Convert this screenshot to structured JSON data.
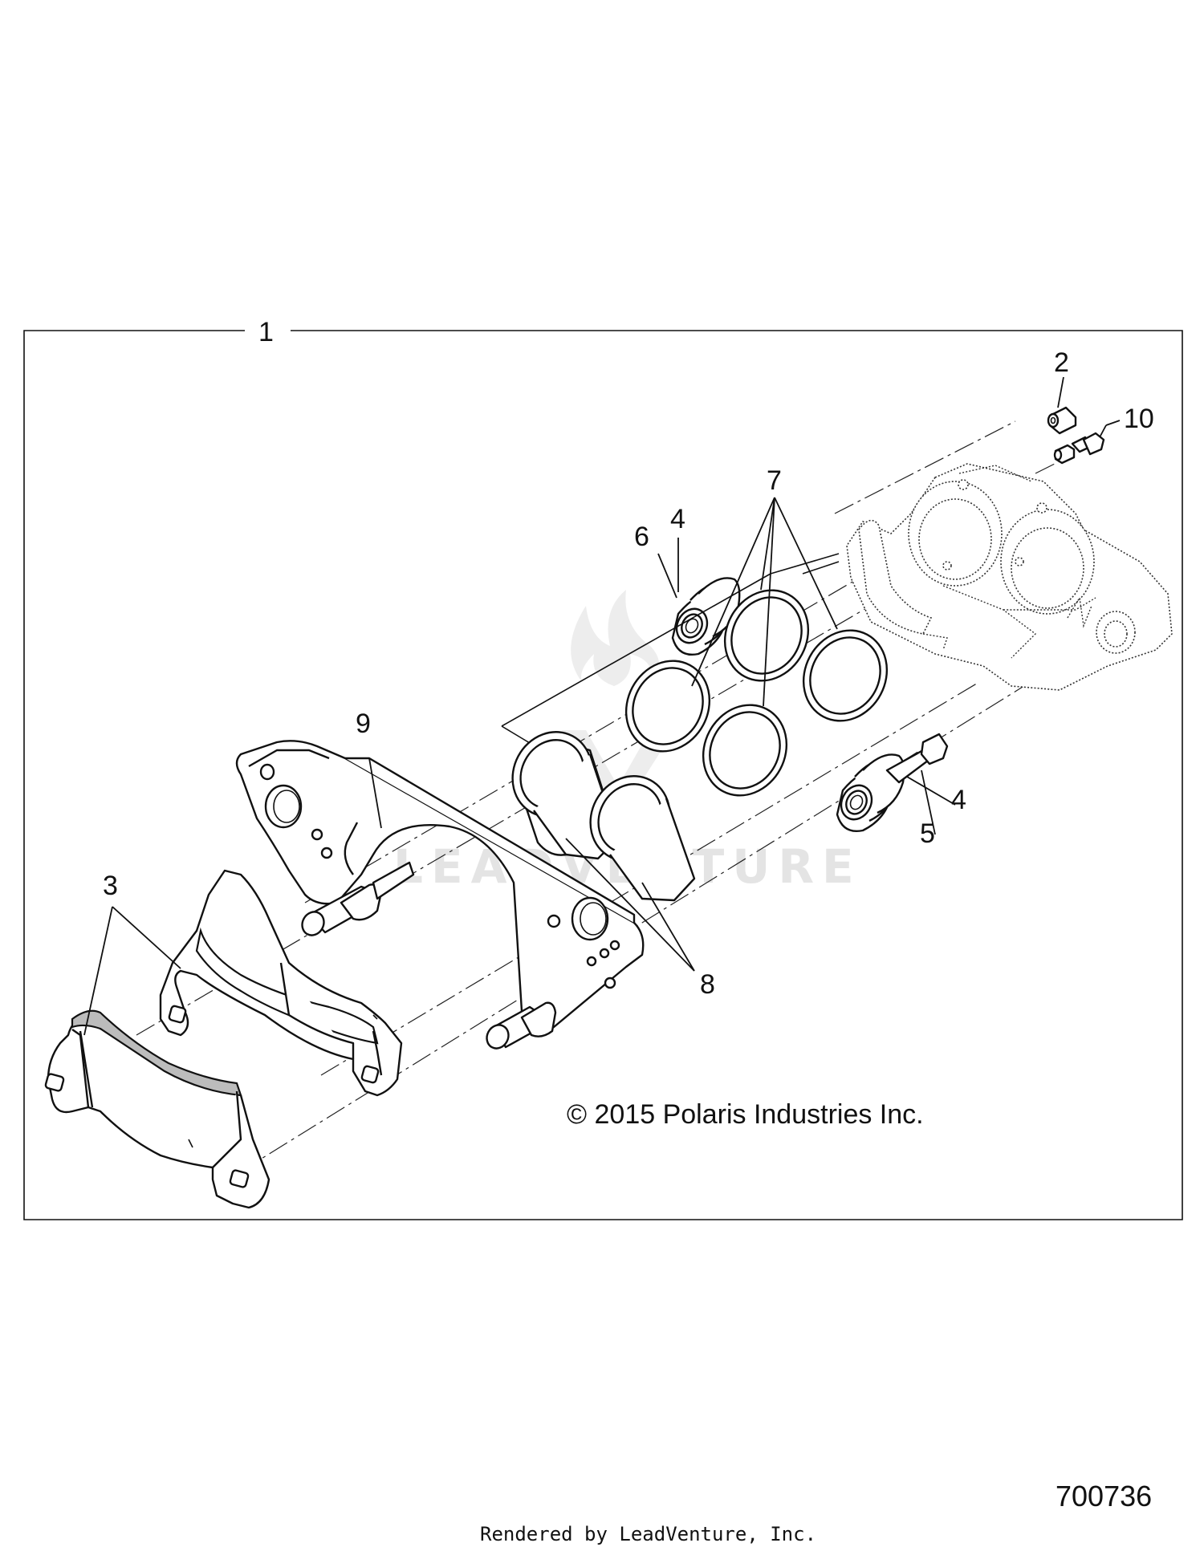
{
  "diagram": {
    "callouts": [
      {
        "id": "1",
        "label": "1"
      },
      {
        "id": "2",
        "label": "2"
      },
      {
        "id": "3",
        "label": "3"
      },
      {
        "id": "4a",
        "label": "4"
      },
      {
        "id": "4b",
        "label": "4"
      },
      {
        "id": "5",
        "label": "5"
      },
      {
        "id": "6",
        "label": "6"
      },
      {
        "id": "7",
        "label": "7"
      },
      {
        "id": "8",
        "label": "8"
      },
      {
        "id": "9",
        "label": "9"
      },
      {
        "id": "10",
        "label": "10"
      }
    ],
    "copyright": "© 2015 Polaris Industries Inc.",
    "drawing_number": "700736",
    "rendered_by": "Rendered by LeadVenture, Inc.",
    "watermark": "LEADVENTURE"
  }
}
